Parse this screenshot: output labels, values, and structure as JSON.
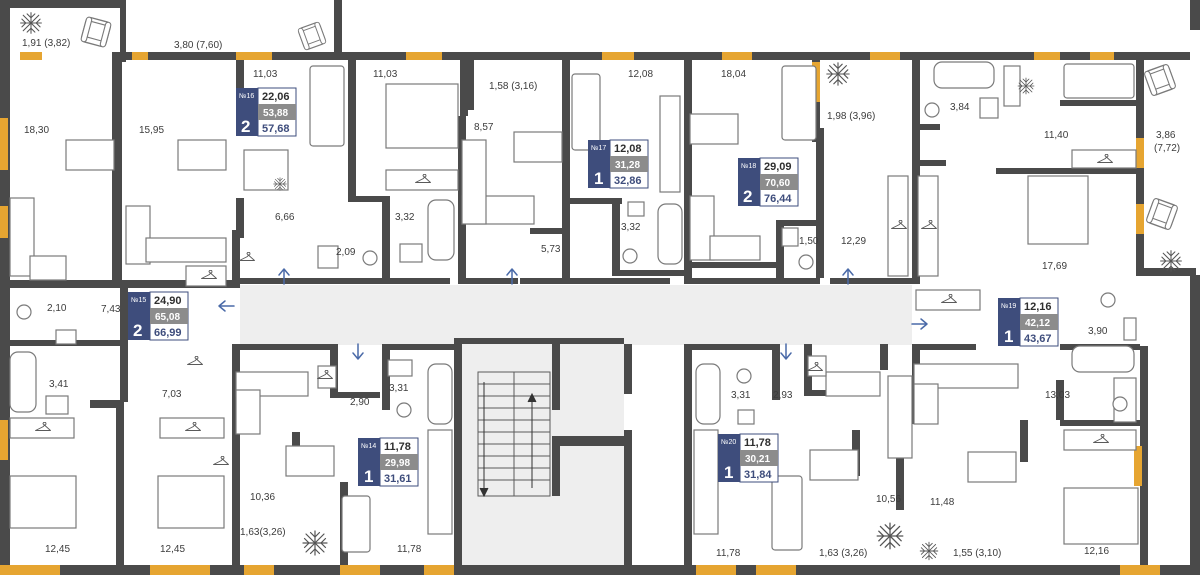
{
  "colors": {
    "wall": "#4a4a4a",
    "window": "#e6a531",
    "badge_primary": "#3e4d7c",
    "badge_secondary": "#8c8c8c",
    "furniture": "#7a7a7a",
    "corridor": "#eeeeee",
    "arrow": "#4a6aa8",
    "plant": "#555555"
  },
  "icons": {
    "armchair": "armchair-icon",
    "plant": "plant-icon",
    "hanger": "hanger-icon",
    "arrow": "entrance-arrow-icon"
  },
  "rooms": [
    {
      "id": "r01",
      "label": "1,91 (3,82)"
    },
    {
      "id": "r02",
      "label": "3,80 (7,60)"
    },
    {
      "id": "r03",
      "label": "11,03"
    },
    {
      "id": "r04",
      "label": "11,03"
    },
    {
      "id": "r05",
      "label": "1,58 (3,16)"
    },
    {
      "id": "r06",
      "label": "12,08"
    },
    {
      "id": "r07",
      "label": "18,04"
    },
    {
      "id": "r08",
      "label": "18,30"
    },
    {
      "id": "r09",
      "label": "15,95"
    },
    {
      "id": "r10",
      "label": "8,57"
    },
    {
      "id": "r11",
      "label": "1,98 (3,96)"
    },
    {
      "id": "r12",
      "label": "3,84"
    },
    {
      "id": "r13",
      "label": "11,40"
    },
    {
      "id": "r14",
      "label": "3,86"
    },
    {
      "id": "r15",
      "label": "(7,72)"
    },
    {
      "id": "r16",
      "label": "6,66"
    },
    {
      "id": "r17",
      "label": "3,32"
    },
    {
      "id": "r18",
      "label": "3,32"
    },
    {
      "id": "r19",
      "label": "2,09"
    },
    {
      "id": "r20",
      "label": "5,73"
    },
    {
      "id": "r21",
      "label": "1,50"
    },
    {
      "id": "r22",
      "label": "12,29"
    },
    {
      "id": "r23",
      "label": "17,69"
    },
    {
      "id": "r24",
      "label": "2,10"
    },
    {
      "id": "r25",
      "label": "7,43"
    },
    {
      "id": "r26",
      "label": "3,90"
    },
    {
      "id": "r27",
      "label": "3,41"
    },
    {
      "id": "r28",
      "label": "7,03"
    },
    {
      "id": "r29",
      "label": "3,31"
    },
    {
      "id": "r30",
      "label": "2,90"
    },
    {
      "id": "r31",
      "label": "3,31"
    },
    {
      "id": "r32",
      "label": "2,93"
    },
    {
      "id": "r33",
      "label": "13,03"
    },
    {
      "id": "r34",
      "label": "10,36"
    },
    {
      "id": "r35",
      "label": "10,56"
    },
    {
      "id": "r36",
      "label": "11,48"
    },
    {
      "id": "r37",
      "label": "1,63(3,26)"
    },
    {
      "id": "r38",
      "label": "12,45"
    },
    {
      "id": "r39",
      "label": "12,45"
    },
    {
      "id": "r40",
      "label": "11,78"
    },
    {
      "id": "r41",
      "label": "11,78"
    },
    {
      "id": "r42",
      "label": "1,63 (3,26)"
    },
    {
      "id": "r43",
      "label": "1,55 (3,10)"
    },
    {
      "id": "r44",
      "label": "12,16"
    }
  ],
  "apartments": [
    {
      "id": "apt16",
      "number": "№16",
      "rooms": "2",
      "living": "22,06",
      "area": "53,88",
      "total": "57,68"
    },
    {
      "id": "apt17",
      "number": "№17",
      "rooms": "1",
      "living": "12,08",
      "area": "31,28",
      "total": "32,86"
    },
    {
      "id": "apt18",
      "number": "№18",
      "rooms": "2",
      "living": "29,09",
      "area": "70,60",
      "total": "76,44"
    },
    {
      "id": "apt15",
      "number": "№15",
      "rooms": "2",
      "living": "24,90",
      "area": "65,08",
      "total": "66,99"
    },
    {
      "id": "apt19",
      "number": "№19",
      "rooms": "1",
      "living": "12,16",
      "area": "42,12",
      "total": "43,67"
    },
    {
      "id": "apt14",
      "number": "№14",
      "rooms": "1",
      "living": "11,78",
      "area": "29,98",
      "total": "31,61"
    },
    {
      "id": "apt20",
      "number": "№20",
      "rooms": "1",
      "living": "11,78",
      "area": "30,21",
      "total": "31,84"
    }
  ]
}
